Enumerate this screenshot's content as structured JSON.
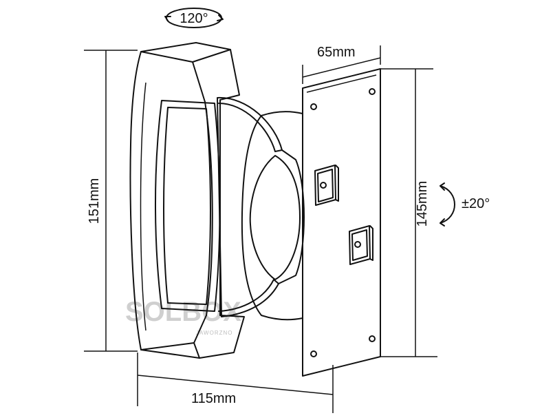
{
  "labels": {
    "swivel_angle": "120°",
    "plate_width": "65mm",
    "arm_height": "151mm",
    "plate_height": "145mm",
    "tilt_angle": "±20°",
    "depth": "115mm"
  },
  "watermark": {
    "brand": "SOLBOX",
    "sub": "JAWORZNO"
  }
}
